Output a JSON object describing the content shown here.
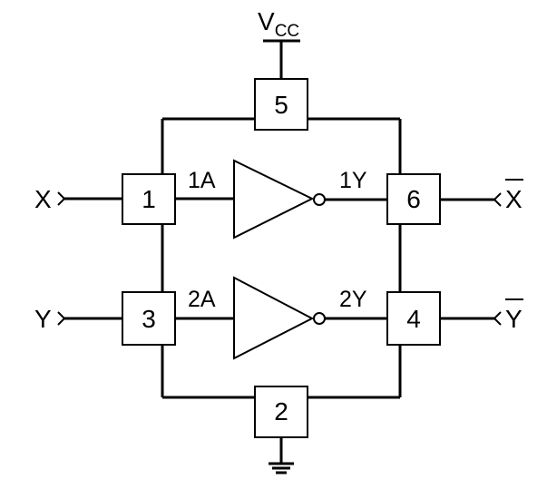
{
  "supply": {
    "main": "V",
    "sub": "CC"
  },
  "pins": {
    "p1": "1",
    "p2": "2",
    "p3": "3",
    "p4": "4",
    "p5": "5",
    "p6": "6"
  },
  "gates": {
    "g1": {
      "input": "1A",
      "output": "1Y"
    },
    "g2": {
      "input": "2A",
      "output": "2Y"
    }
  },
  "signals": {
    "x_in": "X",
    "y_in": "Y",
    "x_out": "X",
    "y_out": "Y"
  }
}
